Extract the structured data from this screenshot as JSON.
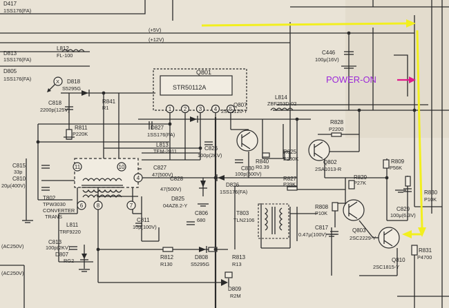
{
  "colors": {
    "paper": "#e9e3d6",
    "ink": "#2a2a2a",
    "yellow_trace": "#f2ef1e",
    "power_on_label": "#9b28d8",
    "power_on_arrow": "#e0198a"
  },
  "power_on": {
    "label": "POWER-ON"
  },
  "rails": {
    "plus5v": "(+5V)",
    "plus12v": "(+12V)"
  },
  "ic": {
    "ref": "Q801",
    "part": "STR50112A",
    "pins": [
      "1",
      "2",
      "3",
      "4",
      "5"
    ]
  },
  "transformer": {
    "ref": "T802",
    "lines": [
      "TPW3030",
      "CONVERTER",
      "TRANS"
    ],
    "pins": [
      "11",
      "10",
      "4",
      "6",
      "8",
      "7"
    ]
  },
  "labels": {
    "d417": "D417",
    "d417_part": "1SS176(FA)",
    "d813": "D813",
    "l812": "L812",
    "l812_val": "FL-100",
    "d813_part": "1SS176(FA)",
    "d805": "D805",
    "d805_part": "1SS176(FA)",
    "c446": "C446",
    "c446_val": "100μ(16V)",
    "d818": "D818",
    "d818_part": "S5295G",
    "r841": "R841",
    "r841_val": "R1",
    "c818": "C818",
    "c818_val": "2200p(125V)",
    "r811": "R811",
    "r811_val": "P220K",
    "d827": "D827",
    "d827_part": "1SS176(FA)",
    "q807": "Q807",
    "q807_part": "2SC2120-Y",
    "l814": "L814",
    "l814_part": "ZBF253D-02",
    "r828": "R828",
    "r828_val": "P2200",
    "l813": "L813",
    "l813_part": "TEM-2011",
    "c826": "C826",
    "c826_val": "100p(2KV)",
    "r840": "R840",
    "r840_val": "R0.39",
    "c830": "C830",
    "c830_val": "100p(500V)",
    "r825": "R825",
    "r825_val": "P180K",
    "q802": "Q802",
    "q802_part": "2SA1013-R",
    "c815": "C815",
    "c815_val": "33p",
    "c827": "C827",
    "c827_val": "47(500V)",
    "c828": "C828",
    "c828_val": "47(500V)",
    "r827": "R827",
    "r827_val": "P39K",
    "r809": "R809",
    "r809_val": "P56K",
    "r829": "R829",
    "r829_val": "P27K",
    "c810": "C810",
    "c810_val": "20μ(400V)",
    "d825": "D825",
    "d825_part": "04AZ8.2-Y",
    "d826": "D826",
    "d826_part": "1SS176(FA)",
    "r830": "R830",
    "r830_val": "P10K",
    "c829": "C829",
    "c829_val": "100μ(6.3V)",
    "r808": "R808",
    "r808_val": "P10K",
    "c806": "C806",
    "c806_val": "680",
    "t803": "T803",
    "t803_part": "TLN2106",
    "l811": "L811",
    "l811_part": "TRF9220",
    "c811": "C811",
    "c811_val": "10μ(100V)",
    "c817": "C817",
    "c817_val": "0.47μ(100V)",
    "q803": "Q803",
    "q803_part": "2SC2229-Y",
    "c813": "C813",
    "c813_val": "100p(2KV)",
    "ac250v_1": "(AC250V)",
    "r812": "R812",
    "r812_val": "R130",
    "r813": "R813",
    "r813_val": "R13",
    "r831": "R831",
    "r831_val": "P4700",
    "d807": "D807",
    "d807_part": "RG2",
    "d808": "D808",
    "d808_part": "S5295G",
    "q810": "Q810",
    "q810_part": "2SC1815-Y",
    "ac250v_2": "(AC250V)",
    "d809": "D809",
    "d809_part": "R2M",
    "x_mark": "X"
  }
}
